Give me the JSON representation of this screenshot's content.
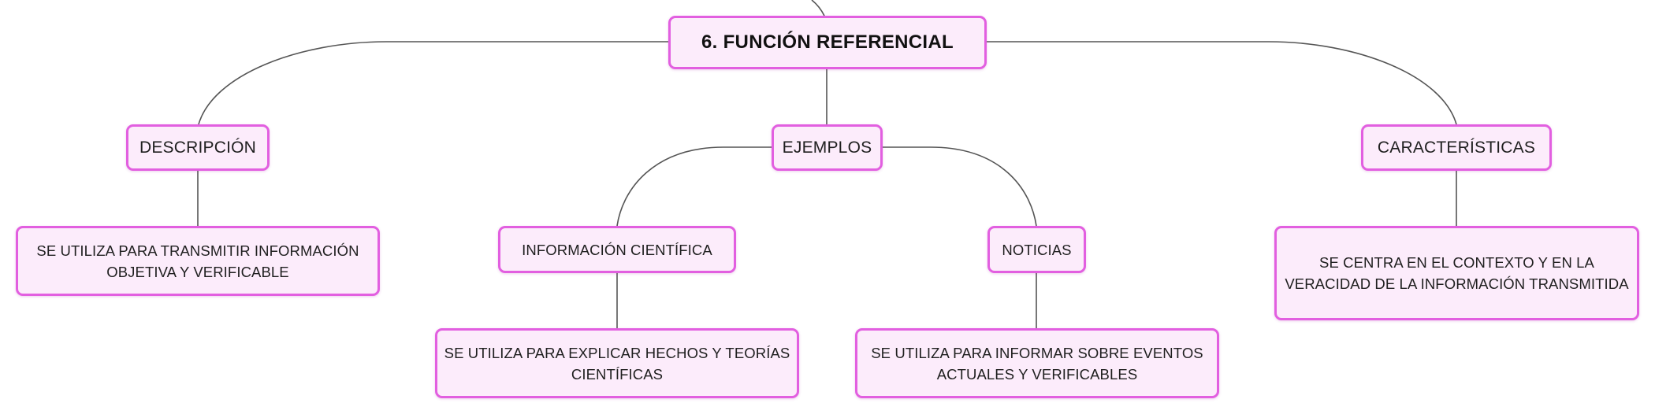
{
  "colors": {
    "node_border": "#e25fe0",
    "node_fill": "#fcecfb",
    "connector": "#555555"
  },
  "map": {
    "root": "6. FUNCIÓN REFERENCIAL",
    "branches": {
      "descripcion": {
        "label": "DESCRIPCIÓN",
        "detail": "SE UTILIZA PARA TRANSMITIR INFORMACIÓN OBJETIVA Y VERIFICABLE"
      },
      "ejemplos": {
        "label": "EJEMPLOS",
        "children": {
          "cientifica": {
            "label": "INFORMACIÓN CIENTÍFICA",
            "detail": "SE UTILIZA PARA EXPLICAR HECHOS Y TEORÍAS CIENTÍFICAS"
          },
          "noticias": {
            "label": "NOTICIAS",
            "detail": "SE UTILIZA PARA INFORMAR SOBRE EVENTOS ACTUALES Y VERIFICABLES"
          }
        }
      },
      "caracteristicas": {
        "label": "CARACTERÍSTICAS",
        "detail": "SE CENTRA EN EL CONTEXTO Y EN LA VERACIDAD DE LA INFORMACIÓN TRANSMITIDA"
      }
    }
  }
}
